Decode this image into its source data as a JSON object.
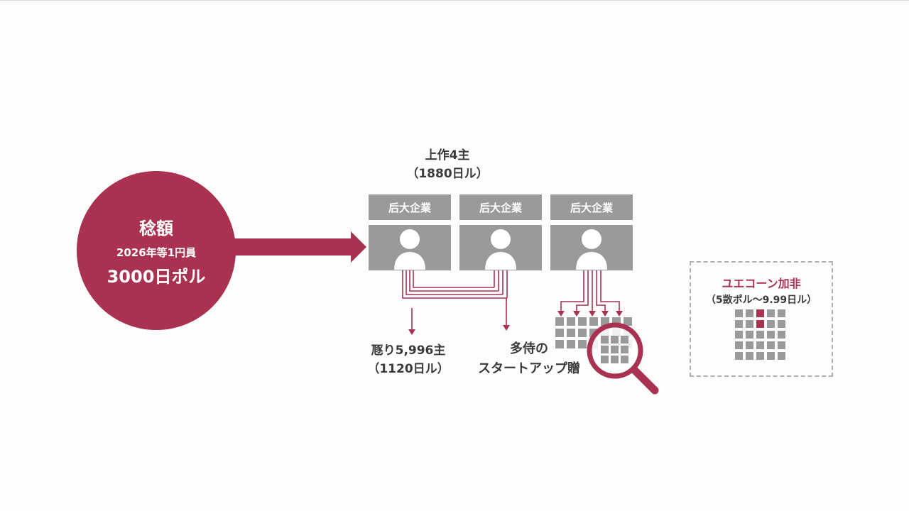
{
  "total": {
    "title": "稔額",
    "line": "2026年等1円員",
    "amount": "3000日ポル"
  },
  "top_group": {
    "line1": "上作4主",
    "line2": "（1880日ル）"
  },
  "companies": [
    {
      "label": "后大企業"
    },
    {
      "label": "后大企業"
    },
    {
      "label": "后大企業"
    }
  ],
  "remaining": {
    "line1": "豗り5,996主",
    "line2": "（1120日ル）"
  },
  "startups": {
    "line1": "多侍の",
    "line2": "スタートアップ贈"
  },
  "unicorn": {
    "title": "ユエコーン加非",
    "range": "（5敳ポル～9.99日ル）"
  },
  "colors": {
    "accent": "#a8324f",
    "gray": "#9a9a9a",
    "dashed_border": "#b0b0b0"
  },
  "icons": [
    "person-icon",
    "magnifier-icon",
    "arrow-icon"
  ]
}
